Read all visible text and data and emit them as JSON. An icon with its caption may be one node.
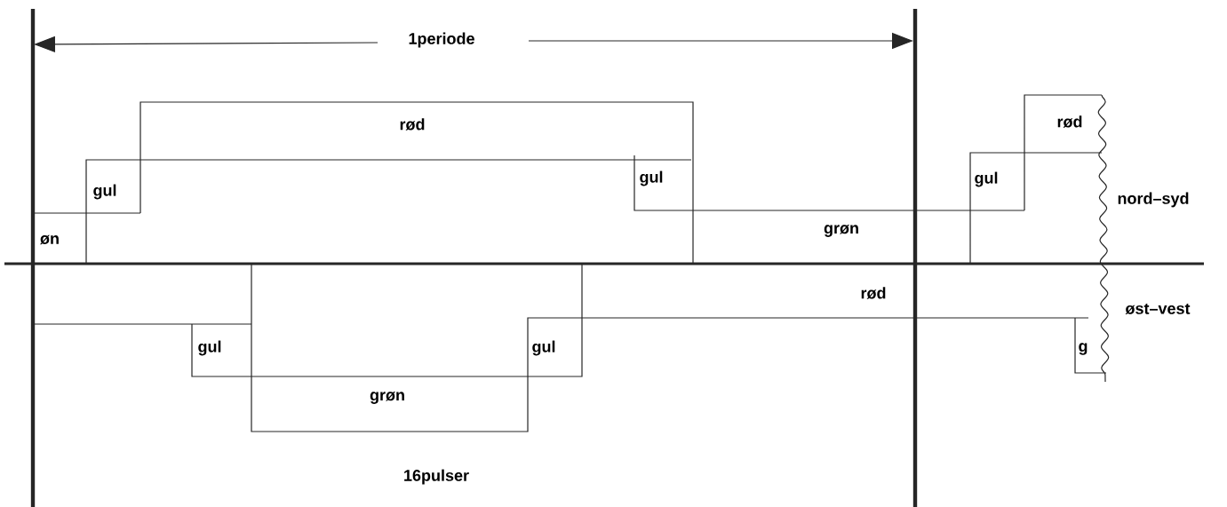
{
  "diagram": {
    "labels": [
      "1periode",
      "rød",
      "rød",
      "gul",
      "gul",
      "gul",
      "nord–syd",
      "grøn",
      "øn",
      "rød",
      "øst–vest",
      "gul",
      "gul",
      "g",
      "grøn",
      "16pulser"
    ]
  }
}
